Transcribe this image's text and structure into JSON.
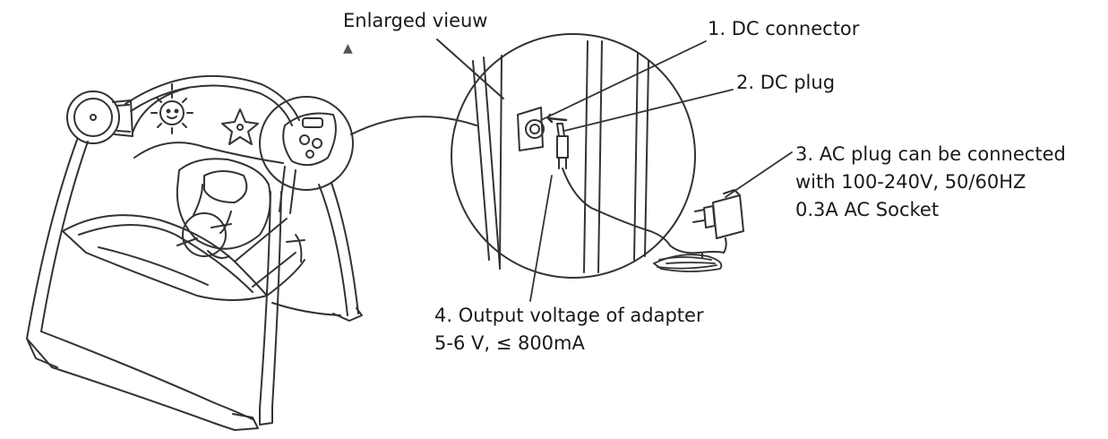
{
  "labels": {
    "enlarged_view": "Enlarged vieuw",
    "dc_connector": "1. DC connector",
    "dc_plug": "2. DC plug",
    "ac_plug": [
      "3. AC plug can  be connected",
      "with 100-240V, 50/60HZ",
      "0.3A AC Socket"
    ],
    "output_voltage": [
      "4. Output voltage of adapter",
      "5-6 V, ≤  800mA"
    ]
  },
  "icons": {
    "enlarged_marker": "triangle-up-icon"
  },
  "colors": {
    "line": "#333333",
    "text": "#1a1a1a",
    "background": "#ffffff"
  }
}
